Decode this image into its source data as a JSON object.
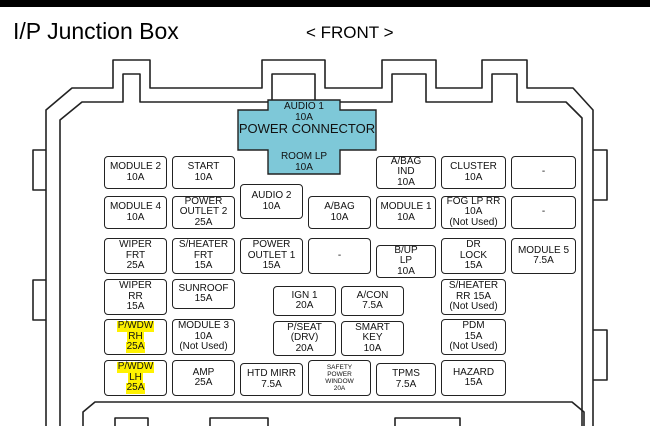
{
  "header": {
    "title": "I/P Junction Box",
    "orientation": "< FRONT >"
  },
  "colors": {
    "power_connector": "#7ec8d8",
    "highlight": "#fff200",
    "outline": "#222222"
  },
  "power_connector": {
    "top": [
      "AUDIO 1",
      "10A"
    ],
    "main": "POWER CONNECTOR",
    "bottom": [
      "ROOM LP",
      "10A"
    ]
  },
  "fuses": [
    {
      "id": "module-2",
      "lines": [
        "MODULE 2",
        "10A"
      ]
    },
    {
      "id": "start",
      "lines": [
        "START",
        "10A"
      ]
    },
    {
      "id": "abag-ind",
      "lines": [
        "A/BAG",
        "IND",
        "10A"
      ]
    },
    {
      "id": "cluster",
      "lines": [
        "CLUSTER",
        "10A"
      ]
    },
    {
      "id": "blank-1",
      "lines": [
        "-"
      ]
    },
    {
      "id": "module-4",
      "lines": [
        "MODULE 4",
        "10A"
      ]
    },
    {
      "id": "power-outlet-2",
      "lines": [
        "POWER",
        "OUTLET 2",
        "25A"
      ]
    },
    {
      "id": "audio-2",
      "lines": [
        "AUDIO 2",
        "10A"
      ]
    },
    {
      "id": "abag",
      "lines": [
        "A/BAG",
        "10A"
      ]
    },
    {
      "id": "module-1",
      "lines": [
        "MODULE 1",
        "10A"
      ]
    },
    {
      "id": "fog-lp-rr",
      "lines": [
        "FOG LP RR",
        "10A",
        "(Not Used)"
      ]
    },
    {
      "id": "blank-2",
      "lines": [
        "-"
      ]
    },
    {
      "id": "wiper-frt",
      "lines": [
        "WIPER",
        "FRT",
        "25A"
      ]
    },
    {
      "id": "sheater-frt",
      "lines": [
        "S/HEATER",
        "FRT",
        "15A"
      ]
    },
    {
      "id": "power-outlet-1",
      "lines": [
        "POWER",
        "OUTLET 1",
        "15A"
      ]
    },
    {
      "id": "blank-3",
      "lines": [
        "-"
      ]
    },
    {
      "id": "bup-lp",
      "lines": [
        "B/UP",
        "LP",
        "10A"
      ]
    },
    {
      "id": "dr-lock",
      "lines": [
        "DR",
        "LOCK",
        "15A"
      ]
    },
    {
      "id": "module-5",
      "lines": [
        "MODULE 5",
        "7.5A"
      ]
    },
    {
      "id": "wiper-rr",
      "lines": [
        "WIPER",
        "RR",
        "15A"
      ]
    },
    {
      "id": "sunroof",
      "lines": [
        "SUNROOF",
        "15A"
      ]
    },
    {
      "id": "ign-1",
      "lines": [
        "IGN 1",
        "20A"
      ]
    },
    {
      "id": "acon",
      "lines": [
        "A/CON",
        "7.5A"
      ]
    },
    {
      "id": "sheater-rr",
      "lines": [
        "S/HEATER",
        "RR 15A",
        "(Not Used)"
      ]
    },
    {
      "id": "pwdw-rh",
      "lines": [
        "P/WDW",
        "RH",
        "25A"
      ],
      "highlight": true
    },
    {
      "id": "module-3",
      "lines": [
        "MODULE 3",
        "10A",
        "(Not Used)"
      ]
    },
    {
      "id": "pseat-drv",
      "lines": [
        "P/SEAT",
        "(DRV)",
        "20A"
      ]
    },
    {
      "id": "smart-key",
      "lines": [
        "SMART",
        "KEY",
        "10A"
      ]
    },
    {
      "id": "pdm",
      "lines": [
        "PDM",
        "15A",
        "(Not Used)"
      ]
    },
    {
      "id": "pwdw-lh",
      "lines": [
        "P/WDW",
        "LH",
        "25A"
      ],
      "highlight": true
    },
    {
      "id": "amp",
      "lines": [
        "AMP",
        "25A"
      ]
    },
    {
      "id": "htd-mirr",
      "lines": [
        "HTD MIRR",
        "7.5A"
      ]
    },
    {
      "id": "safety-power-window",
      "lines": [
        "SAFETY",
        "POWER",
        "WINDOW",
        "20A"
      ],
      "small": true
    },
    {
      "id": "tpms",
      "lines": [
        "TPMS",
        "7.5A"
      ]
    },
    {
      "id": "hazard",
      "lines": [
        "HAZARD",
        "15A"
      ]
    }
  ]
}
